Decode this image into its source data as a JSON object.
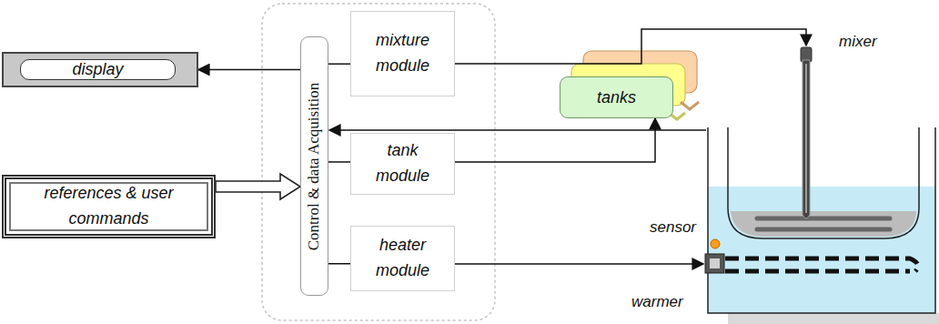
{
  "diagram": {
    "nodes": [
      {
        "text": [
          "display"
        ]
      },
      {
        "text": [
          "references & user commands"
        ]
      },
      {
        "text": [
          "Control & data Acquisition"
        ]
      },
      {
        "text": [
          "mixture module"
        ]
      },
      {
        "text": [
          "tank module"
        ]
      },
      {
        "text": [
          "heater module"
        ]
      },
      {
        "text": [
          "tanks"
        ]
      }
    ],
    "edges": [
      {
        "from": 2,
        "to": 0,
        "arrow": "to"
      },
      {
        "from": 1,
        "to": 2,
        "arrow": "to"
      },
      {
        "from": 2,
        "to": 3,
        "arrow": "none"
      },
      {
        "from": 2,
        "to": 4,
        "arrow": "none"
      },
      {
        "from": 2,
        "to": 5,
        "arrow": "none"
      },
      {
        "from": 4,
        "to": 6,
        "arrow": "to"
      }
    ],
    "labels": [
      "mixer",
      "sensor",
      "warmer"
    ]
  }
}
